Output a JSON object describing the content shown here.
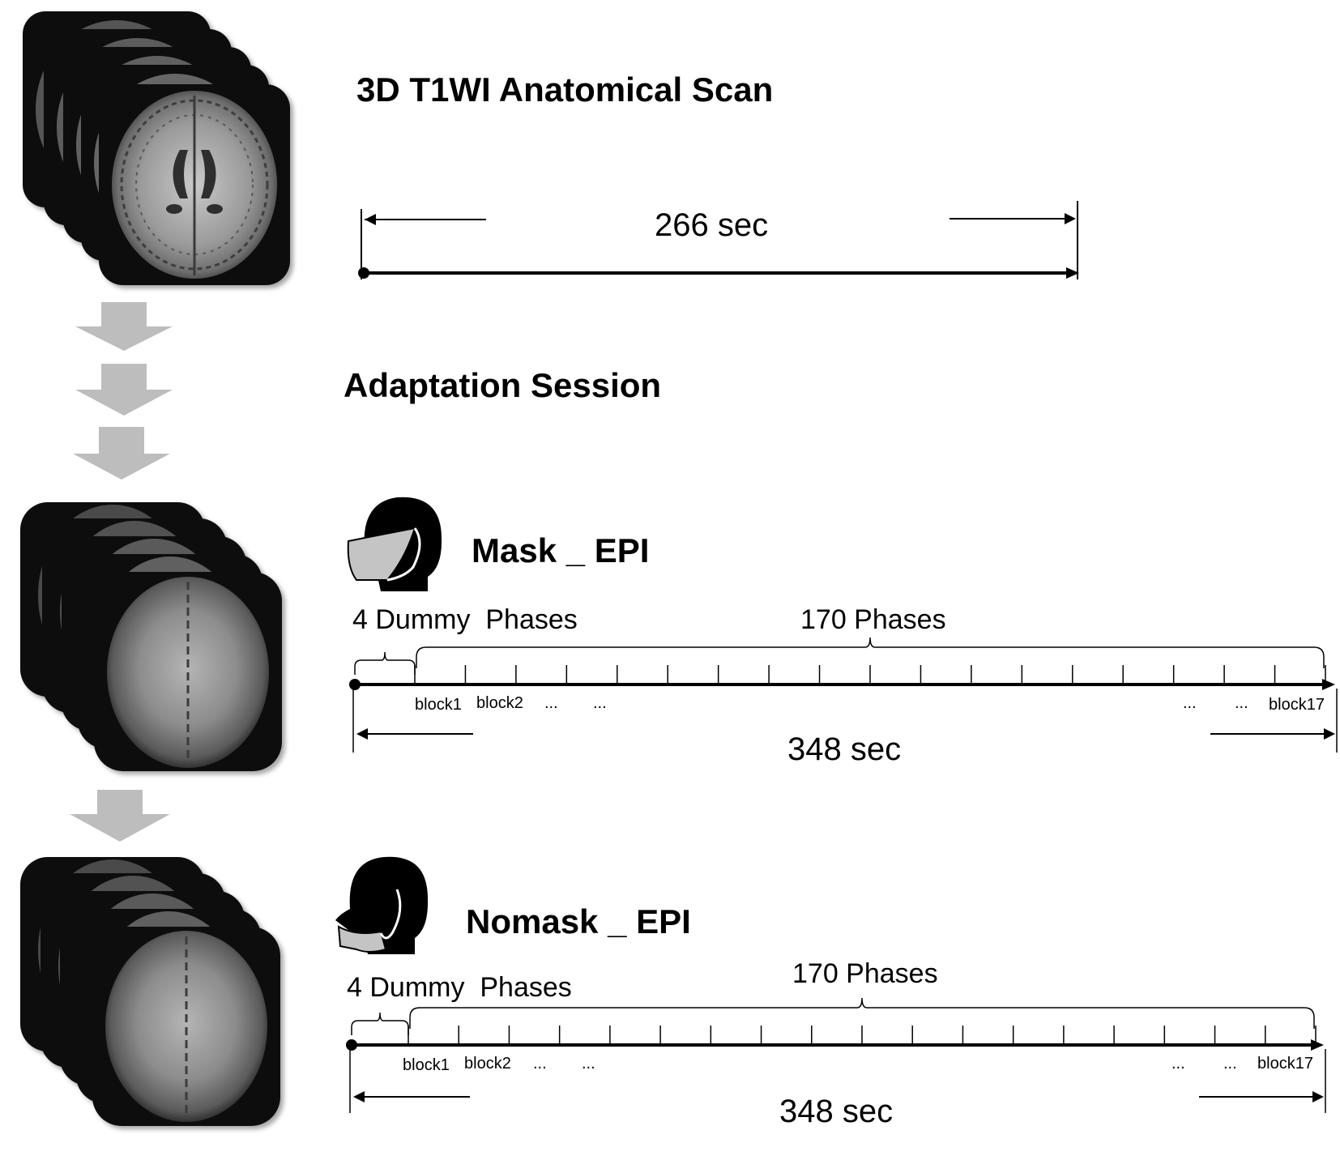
{
  "anatomical": {
    "title": "3D T1WI Anatomical Scan",
    "duration": "266 sec"
  },
  "adaptation": {
    "title": "Adaptation Session"
  },
  "mask_epi": {
    "title": "Mask _ EPI",
    "dummy_label": "4 Dummy  Phases",
    "phases_label": "170 Phases",
    "duration": "348 sec",
    "block_first": "block1",
    "block_second": "block2",
    "block_last": "block17",
    "ellipsis": "..."
  },
  "nomask_epi": {
    "title": "Nomask _ EPI",
    "dummy_label": "4 Dummy  Phases",
    "phases_label": "170 Phases",
    "duration": "348 sec",
    "block_first": "block1",
    "block_second": "block2",
    "block_last": "block17",
    "ellipsis": "..."
  },
  "icons": {
    "t1_stack": "brain-t1-slice-stack-icon",
    "epi_stack": "brain-epi-slice-stack-icon",
    "flow_arrow": "down-arrow-icon",
    "mask_head": "head-with-mask-icon",
    "nomask_head": "head-with-lowered-mask-icon"
  },
  "colors": {
    "arrow_gray": "#bdbdbd",
    "line": "#000000",
    "mask_gray": "#bfbfbf",
    "background": "#ffffff"
  }
}
